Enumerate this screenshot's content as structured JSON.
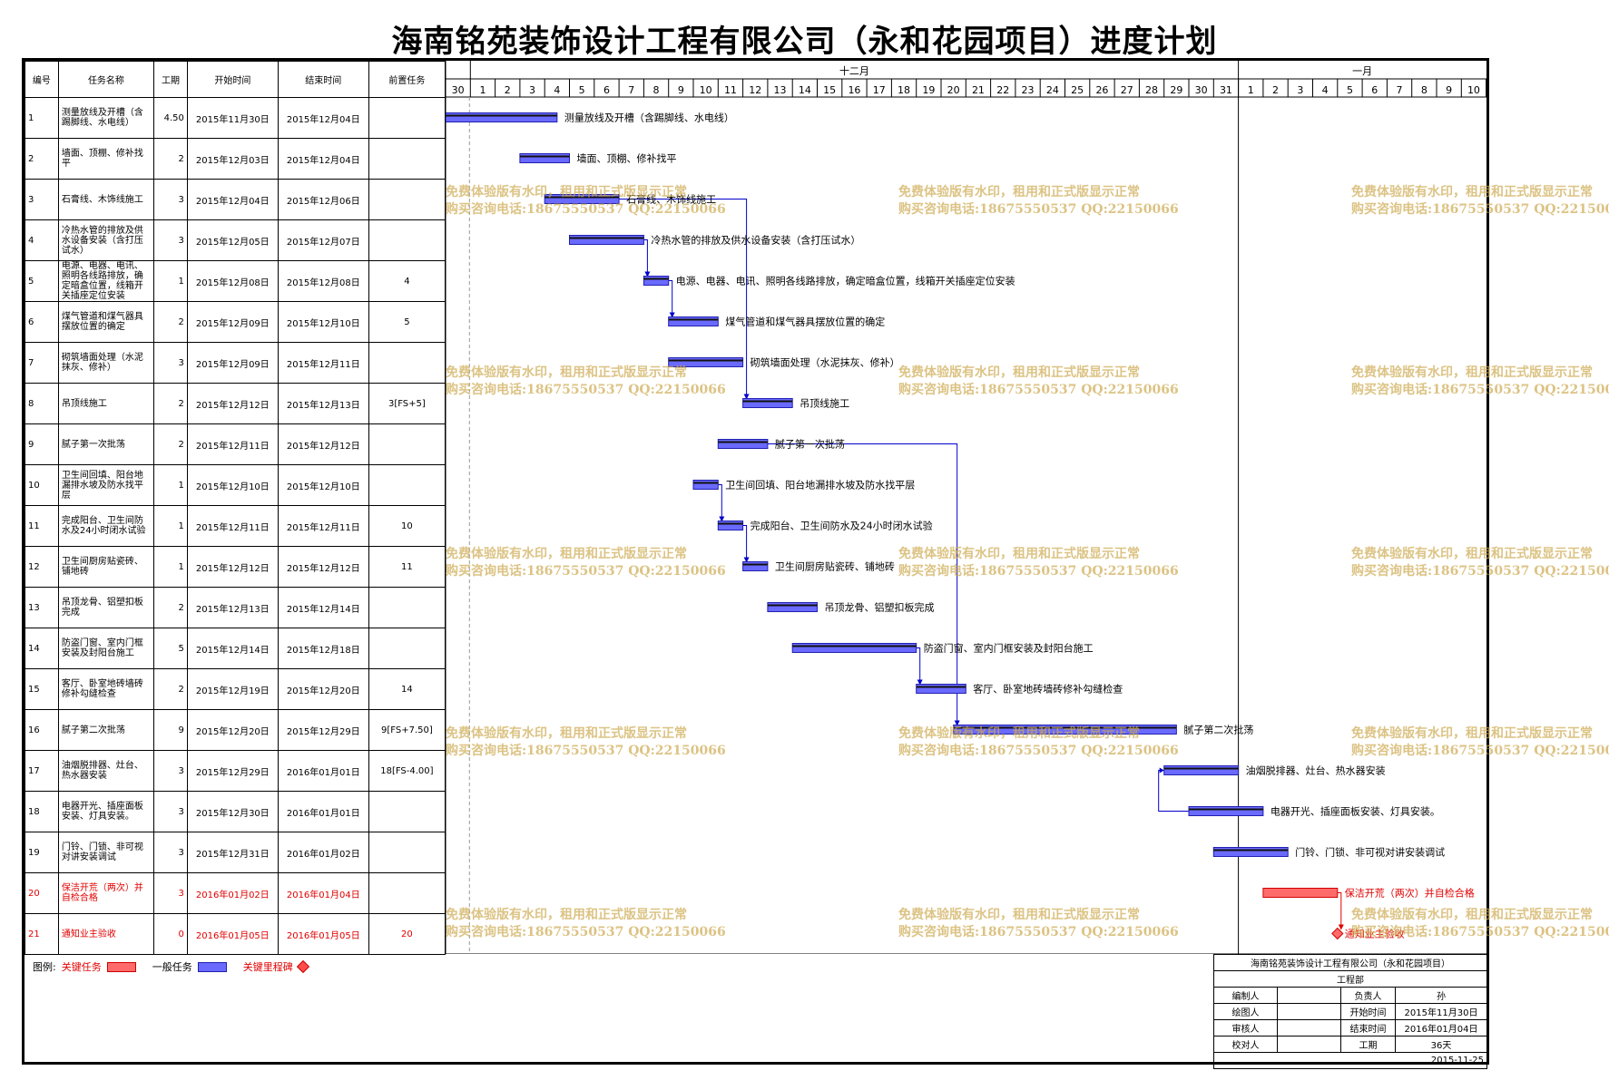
{
  "title": "海南铭苑装饰设计工程有限公司（永和花园项目）进度计划",
  "columns": [
    "编号",
    "任务名称",
    "工期",
    "开始时间",
    "结束时间",
    "前置任务"
  ],
  "timescale": {
    "months": [
      "十二月",
      "一月"
    ],
    "days": [
      "30",
      "1",
      "2",
      "3",
      "4",
      "5",
      "6",
      "7",
      "8",
      "9",
      "10",
      "11",
      "12",
      "13",
      "14",
      "15",
      "16",
      "17",
      "18",
      "19",
      "20",
      "21",
      "22",
      "23",
      "24",
      "25",
      "26",
      "27",
      "28",
      "29",
      "30",
      "31",
      "1",
      "2",
      "3",
      "4",
      "5",
      "6",
      "7",
      "8",
      "9",
      "10"
    ]
  },
  "tasks": [
    {
      "id": "1",
      "name": "测量放线及开槽（含踢脚线、水电线）",
      "duration": "4.50",
      "start": "2015年11月30日",
      "end": "2015年12月04日",
      "pred": "",
      "label": "测量放线及开槽（含踢脚线、水电线）",
      "critical": false,
      "s": 0,
      "e": 4.5
    },
    {
      "id": "2",
      "name": "墙面、顶棚、修补找平",
      "duration": "2",
      "start": "2015年12月03日",
      "end": "2015年12月04日",
      "pred": "",
      "label": "墙面、顶棚、修补找平",
      "critical": false,
      "s": 3,
      "e": 5
    },
    {
      "id": "3",
      "name": "石膏线、木饰线施工",
      "duration": "3",
      "start": "2015年12月04日",
      "end": "2015年12月06日",
      "pred": "",
      "label": "石膏线、木饰线施工",
      "critical": false,
      "s": 4,
      "e": 7
    },
    {
      "id": "4",
      "name": "冷热水管的排放及供水设备安装（含打压试水）",
      "duration": "3",
      "start": "2015年12月05日",
      "end": "2015年12月07日",
      "pred": "",
      "label": "冷热水管的排放及供水设备安装（含打压试水）",
      "critical": false,
      "s": 5,
      "e": 8
    },
    {
      "id": "5",
      "name": "电源、电器、电讯、照明各线路排放，确定暗盒位置，线箱开关插座定位安装",
      "duration": "1",
      "start": "2015年12月08日",
      "end": "2015年12月08日",
      "pred": "4",
      "label": "电源、电器、电讯、照明各线路排放，确定暗盒位置，线箱开关插座定位安装",
      "critical": false,
      "s": 8,
      "e": 9
    },
    {
      "id": "6",
      "name": "煤气管道和煤气器具摆放位置的确定",
      "duration": "2",
      "start": "2015年12月09日",
      "end": "2015年12月10日",
      "pred": "5",
      "label": "煤气管道和煤气器具摆放位置的确定",
      "critical": false,
      "s": 9,
      "e": 11
    },
    {
      "id": "7",
      "name": "砌筑墙面处理（水泥抹灰、修补）",
      "duration": "3",
      "start": "2015年12月09日",
      "end": "2015年12月11日",
      "pred": "",
      "label": "砌筑墙面处理（水泥抹灰、修补）",
      "critical": false,
      "s": 9,
      "e": 12
    },
    {
      "id": "8",
      "name": "吊顶线施工",
      "duration": "2",
      "start": "2015年12月12日",
      "end": "2015年12月13日",
      "pred": "3[FS+5]",
      "label": "吊顶线施工",
      "critical": false,
      "s": 12,
      "e": 14
    },
    {
      "id": "9",
      "name": "腻子第一次批荡",
      "duration": "2",
      "start": "2015年12月11日",
      "end": "2015年12月12日",
      "pred": "",
      "label": "腻子第一次批荡",
      "critical": false,
      "s": 11,
      "e": 13
    },
    {
      "id": "10",
      "name": "卫生间回填、阳台地漏排水坡及防水找平层",
      "duration": "1",
      "start": "2015年12月10日",
      "end": "2015年12月10日",
      "pred": "",
      "label": "卫生间回填、阳台地漏排水坡及防水找平层",
      "critical": false,
      "s": 10,
      "e": 11
    },
    {
      "id": "11",
      "name": "完成阳台、卫生间防水及24小时闭水试验",
      "duration": "1",
      "start": "2015年12月11日",
      "end": "2015年12月11日",
      "pred": "10",
      "label": "完成阳台、卫生间防水及24小时闭水试验",
      "critical": false,
      "s": 11,
      "e": 12
    },
    {
      "id": "12",
      "name": "卫生间厨房贴瓷砖、铺地砖",
      "duration": "1",
      "start": "2015年12月12日",
      "end": "2015年12月12日",
      "pred": "11",
      "label": "卫生间厨房贴瓷砖、铺地砖",
      "critical": false,
      "s": 12,
      "e": 13
    },
    {
      "id": "13",
      "name": "吊顶龙骨、铝塑扣板完成",
      "duration": "2",
      "start": "2015年12月13日",
      "end": "2015年12月14日",
      "pred": "",
      "label": "吊顶龙骨、铝塑扣板完成",
      "critical": false,
      "s": 13,
      "e": 15
    },
    {
      "id": "14",
      "name": "防盗门窗、室内门框安装及封阳台施工",
      "duration": "5",
      "start": "2015年12月14日",
      "end": "2015年12月18日",
      "pred": "",
      "label": "防盗门窗、室内门框安装及封阳台施工",
      "critical": false,
      "s": 14,
      "e": 19
    },
    {
      "id": "15",
      "name": "客厅、卧室地砖墙砖修补勾缝检查",
      "duration": "2",
      "start": "2015年12月19日",
      "end": "2015年12月20日",
      "pred": "14",
      "label": "客厅、卧室地砖墙砖修补勾缝检查",
      "critical": false,
      "s": 19,
      "e": 21
    },
    {
      "id": "16",
      "name": "腻子第二次批荡",
      "duration": "9",
      "start": "2015年12月20日",
      "end": "2015年12月29日",
      "pred": "9[FS+7.50]",
      "label": "腻子第二次批荡",
      "critical": false,
      "s": 20.5,
      "e": 29.5
    },
    {
      "id": "17",
      "name": "油烟脱排器、灶台、热水器安装",
      "duration": "3",
      "start": "2015年12月29日",
      "end": "2016年01月01日",
      "pred": "18[FS-4.00]",
      "label": "油烟脱排器、灶台、热水器安装",
      "critical": false,
      "s": 29,
      "e": 32
    },
    {
      "id": "18",
      "name": "电器开光、插座面板安装、灯具安装。",
      "duration": "3",
      "start": "2015年12月30日",
      "end": "2016年01月01日",
      "pred": "",
      "label": "电器开光、插座面板安装、灯具安装。",
      "critical": false,
      "s": 30,
      "e": 33
    },
    {
      "id": "19",
      "name": "门铃、门锁、非可视对讲安装调试",
      "duration": "3",
      "start": "2015年12月31日",
      "end": "2016年01月02日",
      "pred": "",
      "label": "门铃、门锁、非可视对讲安装调试",
      "critical": false,
      "s": 31,
      "e": 34
    },
    {
      "id": "20",
      "name": "保洁开荒（两次）并自检合格",
      "duration": "3",
      "start": "2016年01月02日",
      "end": "2016年01月04日",
      "pred": "",
      "label": "保洁开荒（两次）并自检合格",
      "critical": true,
      "s": 33,
      "e": 36
    },
    {
      "id": "21",
      "name": "通知业主验收",
      "duration": "0",
      "start": "2016年01月05日",
      "end": "2016年01月05日",
      "pred": "20",
      "label": "通知业主验收",
      "critical": true,
      "s": 36,
      "e": 36
    }
  ],
  "links": [
    [
      3,
      8
    ],
    [
      4,
      5
    ],
    [
      5,
      6
    ],
    [
      9,
      16
    ],
    [
      10,
      11
    ],
    [
      11,
      12
    ],
    [
      14,
      15
    ],
    [
      18,
      17
    ],
    [
      20,
      21
    ]
  ],
  "watermark": {
    "line1": "免费体验版有水印，租用和正式版显示正常",
    "line2": "购买咨询电话:18675550537 QQ:22150066"
  },
  "legend": {
    "prefix": "图例:",
    "critical": "关键任务",
    "normal": "一般任务",
    "milestone": "关键里程碑"
  },
  "colors": {
    "normal_fill": "#6a6aff",
    "normal_border": "#2020b0",
    "critical_fill": "#ff6b6b",
    "critical_border": "#d00000",
    "link": "#0000cc",
    "critical_link": "#e00000"
  },
  "info": {
    "company": "海南铭苑装饰设计工程有限公司（永和花园项目）",
    "dept": "工程部",
    "rows": [
      {
        "k1": "编制人",
        "v1": "",
        "k2": "负责人",
        "v2": "孙"
      },
      {
        "k1": "绘图人",
        "v1": "",
        "k2": "开始时间",
        "v2": "2015年11月30日"
      },
      {
        "k1": "审核人",
        "v1": "",
        "k2": "结束时间",
        "v2": "2016年01月04日"
      },
      {
        "k1": "校对人",
        "v1": "",
        "k2": "工期",
        "v2": "36天"
      }
    ],
    "date": "2015-11-25"
  }
}
